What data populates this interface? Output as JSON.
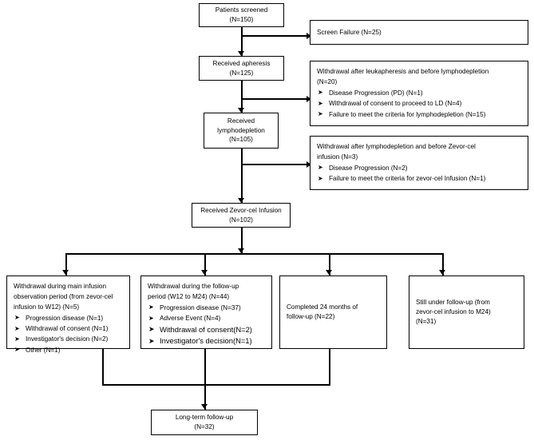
{
  "diagram": {
    "title": "CONSORT-style patient disposition flow diagram",
    "colors": {
      "line": "#000000",
      "box_border": "#000000",
      "background": "#ffffff"
    },
    "bullet_glyph": "➤"
  },
  "nodes": {
    "screened": {
      "line1": "Patients screened",
      "line2": "(N=150)"
    },
    "screen_failure": {
      "line1": "Screen Failure (N=25)"
    },
    "apheresis": {
      "line1": "Received apheresis",
      "line2": "(N=125)"
    },
    "withdrawal_after_leuka": {
      "header1": "Withdrawal after  leukapheresis and before lymphodepletion",
      "header2": "(N=20)",
      "bullets": [
        "Disease Progression (PD) (N=1)",
        "Withdrawal of consent to proceed to LD (N=4)",
        "Failure to meet the criteria for lymphodepletion (N=15)"
      ]
    },
    "lymphodepletion": {
      "line1": "Received",
      "line2": "lymphodepletion",
      "line3": "(N=105)"
    },
    "withdrawal_after_ld": {
      "header1": "Withdrawal after lymphodepletion and before Zevor-cel",
      "header2": "infusion (N=3)",
      "bullets": [
        "Disease Progression (N=2)",
        "Failure to meet the criteria for zevor-cel Infusion (N=1)"
      ]
    },
    "infusion": {
      "line1": "Received Zevor-cel Infusion",
      "line2": "(N=102)"
    },
    "withdrawal_main": {
      "header1": "Withdrawal during main infusion",
      "header2": "observation period (from zevor-cel",
      "header3": "infusion to W12) (N=5)",
      "bullets": [
        "Progression disease (N=1)",
        "Withdrawal of consent (N=1)",
        "Investigator's decision (N=2)",
        "Other (N=1)"
      ]
    },
    "withdrawal_followup": {
      "header1": "Withdrawal during the  follow-up",
      "header2": "period (W12 to M24) (N=44)",
      "bullets": [
        "Progression disease (N=37)",
        "Adverse Event (N=4)",
        "Withdrawal of consent(N=2)",
        "Investigator's decision(N=1)"
      ]
    },
    "completed": {
      "line1": "Completed 24 months of",
      "line2": "follow-up (N=22)"
    },
    "still_followup": {
      "line1": "Still under follow-up (from",
      "line2": "zevor-cel infusion to M24)",
      "line3": "(N=31)"
    },
    "long_term": {
      "line1": "Long-term follow-up",
      "line2": "(N=32)"
    }
  }
}
